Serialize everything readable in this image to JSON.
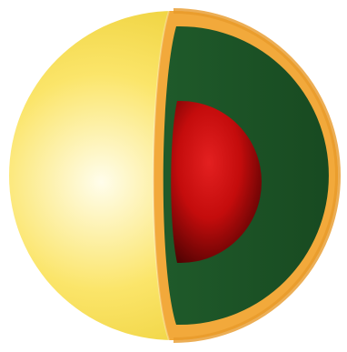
{
  "diagram": {
    "layers": [
      {
        "key": "crust",
        "color": "#F2A93B"
      },
      {
        "key": "mantle",
        "color": "#1F5A2A"
      },
      {
        "key": "core",
        "color": "#C40C0C"
      }
    ],
    "outer_surface": {
      "highlight": "#FFFDEB",
      "mid": "#FBE56A",
      "edge": "#E6C51F"
    },
    "core_shading": {
      "light": "#E32020",
      "mid": "#C40C0C",
      "dark": "#4A0202"
    },
    "mantle_dark": "#184A21",
    "crust_edge": "#E79A2A"
  }
}
